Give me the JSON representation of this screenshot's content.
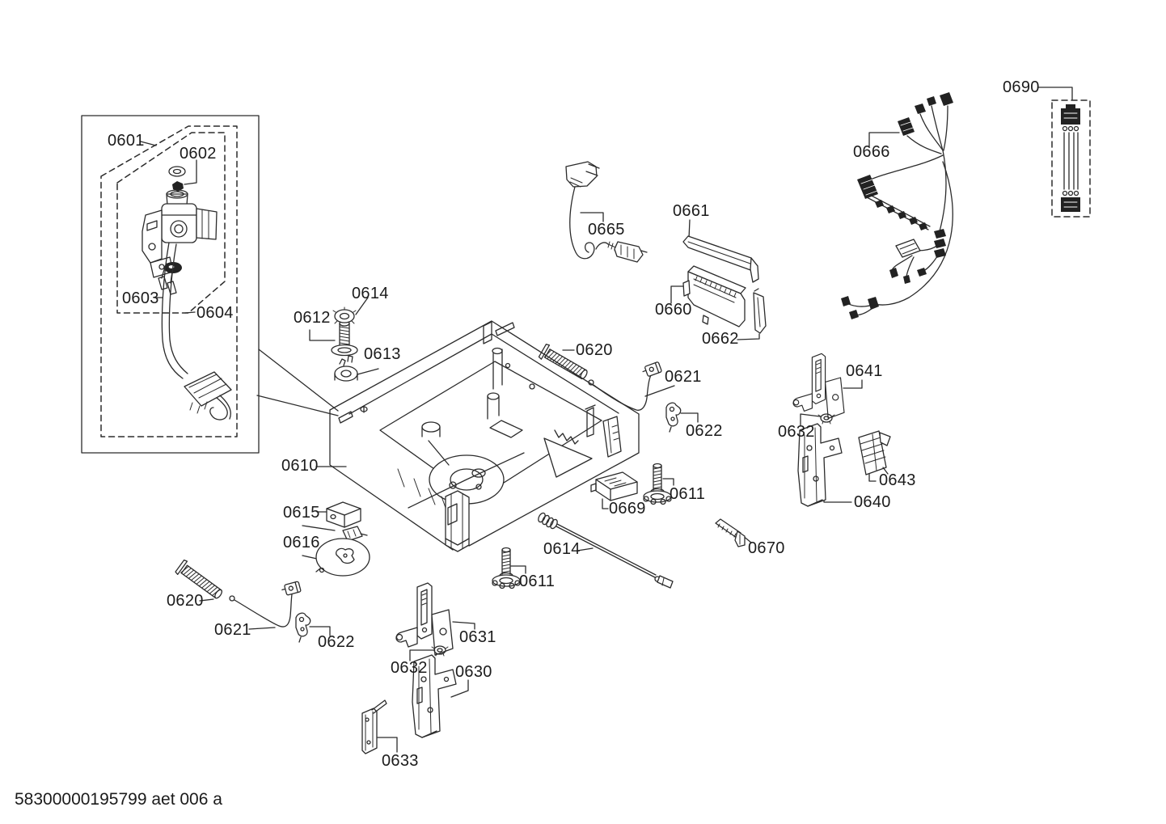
{
  "diagram": {
    "type": "exploded-parts-diagram",
    "subject": "dishwasher base assembly",
    "footer_code": "58300000195799 aet 006 a",
    "callouts": {
      "c0601": "0601",
      "c0602": "0602",
      "c0603": "0603",
      "c0604": "0604",
      "c0610": "0610",
      "c0611_right": "0611",
      "c0611_center": "0611",
      "c0612": "0612",
      "c0613": "0613",
      "c0614_top": "0614",
      "c0614_center": "0614",
      "c0615": "0615",
      "c0616": "0616",
      "c0620_right": "0620",
      "c0620_left": "0620",
      "c0621_right": "0621",
      "c0621_left": "0621",
      "c0622_right": "0622",
      "c0622_left": "0622",
      "c0630": "0630",
      "c0631": "0631",
      "c0632_center": "0632",
      "c0632_right": "0632",
      "c0633": "0633",
      "c0640": "0640",
      "c0641": "0641",
      "c0643": "0643",
      "c0660": "0660",
      "c0661": "0661",
      "c0662": "0662",
      "c0665": "0665",
      "c0666": "0666",
      "c0669": "0669",
      "c0670": "0670",
      "c0690": "0690"
    }
  }
}
